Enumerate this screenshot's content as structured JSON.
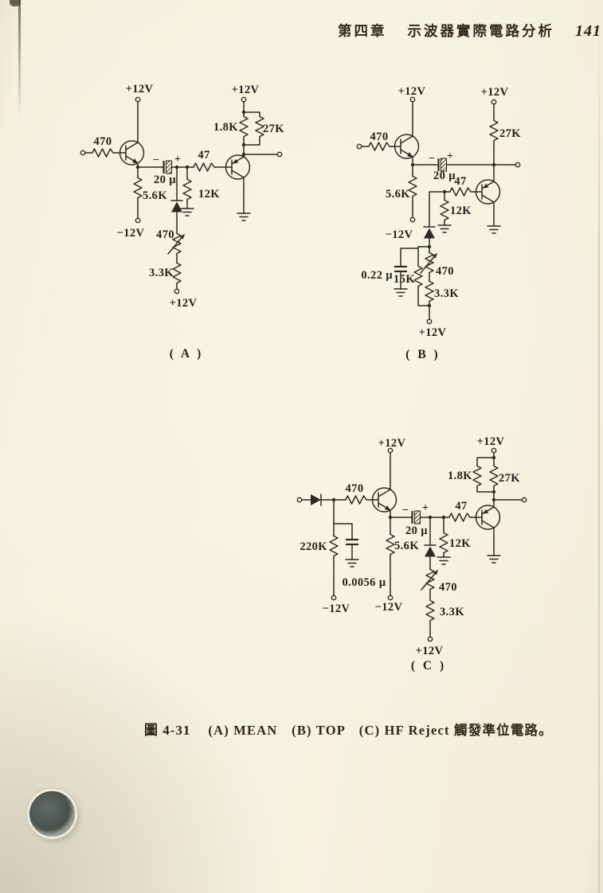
{
  "page": {
    "header": {
      "chapter": "第四章",
      "title": "示波器實際電路分析",
      "page_number": "141"
    },
    "caption": {
      "figure_label": "圖 4-31",
      "text": "(A) MEAN　(B) TOP　(C) HF Reject 觸發準位電路。"
    },
    "background_color": "#f5f1df",
    "ink_color": "#2c2a24"
  },
  "circuit_a": {
    "label": "( A )",
    "components": {
      "vcc_left": "+12V",
      "vcc_right": "+12V",
      "vcc_bottom": "+12V",
      "vee": "−12V",
      "r_input": "470",
      "r_emitter": "5.6K",
      "cap_minus": "−",
      "cap_plus": "+",
      "cap": "20 μ",
      "r_series": "47",
      "r_shunt": "12K",
      "r_load1": "1.8K",
      "r_load2": "27K",
      "pot": "470",
      "r_bottom": "3.3K"
    }
  },
  "circuit_b": {
    "label": "( B )",
    "components": {
      "vcc_left": "+12V",
      "vcc_right": "+12V",
      "vcc_bottom": "+12V",
      "vee": "−12V",
      "r_input": "470",
      "r_emitter": "5.6K",
      "cap_minus": "−",
      "cap_plus": "+",
      "cap": "20 μ",
      "r_series": "47",
      "r_shunt": "12K",
      "r_load": "27K",
      "cap2": "0.22 μ",
      "r_15k": "15K",
      "pot": "470",
      "r_bottom": "3.3K"
    }
  },
  "circuit_c": {
    "label": "( C )",
    "components": {
      "vcc_left": "+12V",
      "vcc_right": "+12V",
      "vcc_bottom": "+12V",
      "vee_left": "−12V",
      "vee_mid": "−12V",
      "r_input": "470",
      "r_220k": "220K",
      "cap_in": "0.0056 μ",
      "r_emitter": "5.6K",
      "cap_minus": "−",
      "cap_plus": "+",
      "cap": "20 μ",
      "r_series": "47",
      "r_shunt": "12K",
      "r_load1": "1.8K",
      "r_load2": "27K",
      "pot": "470",
      "r_bottom": "3.3K"
    }
  }
}
